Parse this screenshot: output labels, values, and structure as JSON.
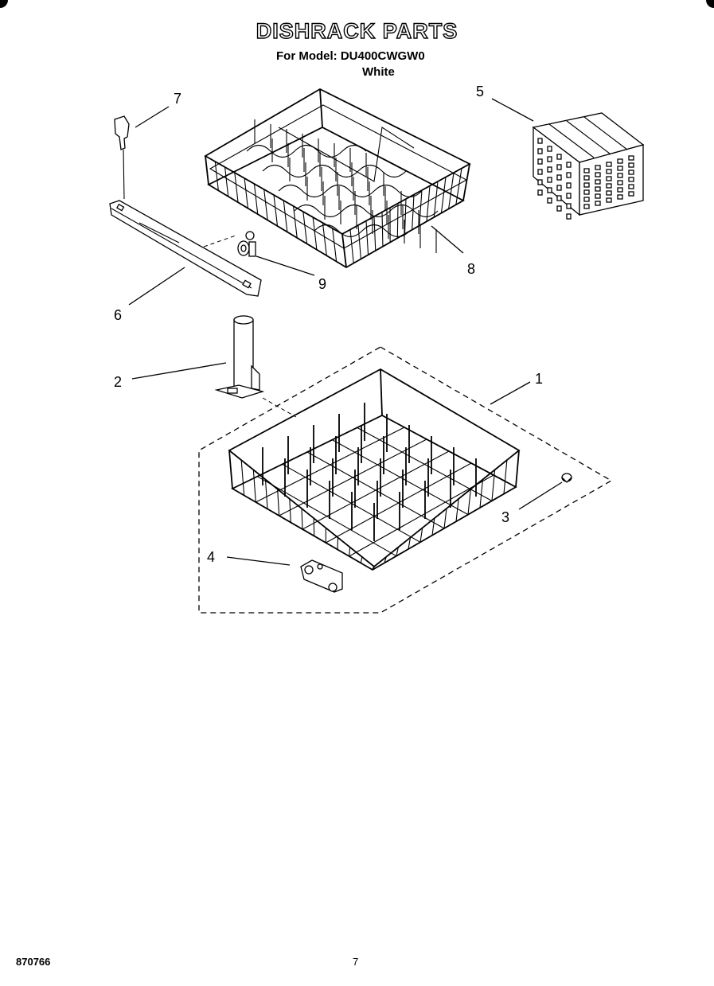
{
  "header": {
    "title": "DISHRACK PARTS",
    "model_line": "For Model: DU400CWGW0",
    "color": "White"
  },
  "callouts": [
    "1",
    "2",
    "3",
    "4",
    "5",
    "6",
    "7",
    "8",
    "9"
  ],
  "footer": {
    "code": "870766",
    "page": "7"
  }
}
